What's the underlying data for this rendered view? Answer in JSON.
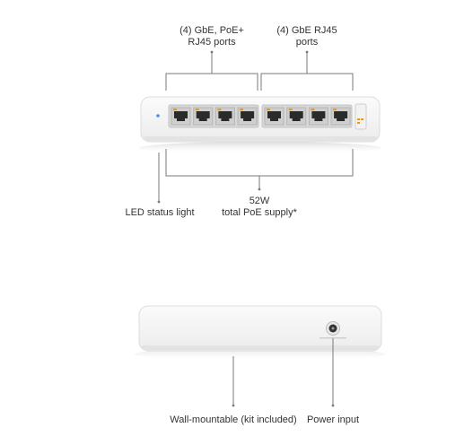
{
  "labels": {
    "poe_ports": [
      "(4) GbE, PoE+",
      "RJ45 ports"
    ],
    "gbe_ports": [
      "(4) GbE RJ45",
      "ports"
    ],
    "led": "LED status light",
    "poe_supply": [
      "52W",
      "total PoE supply*"
    ],
    "wall_mount": "Wall-mountable (kit included)",
    "power_input": "Power input"
  },
  "colors": {
    "port_led_green": "#e49a1f",
    "status_led": "#4a90e2"
  }
}
